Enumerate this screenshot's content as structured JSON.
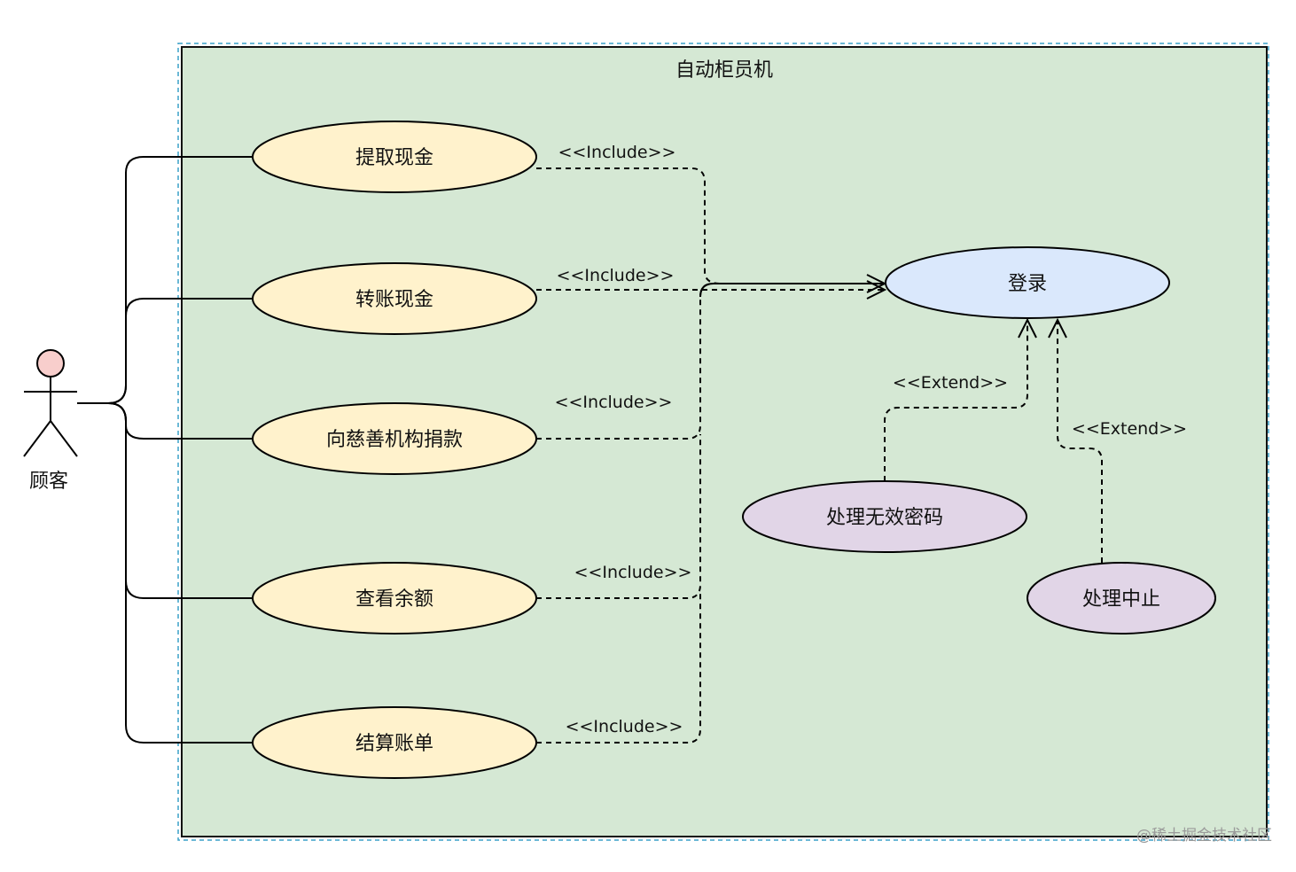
{
  "diagram": {
    "system": {
      "title": "自动柜员机"
    },
    "actor": {
      "name": "顾客"
    },
    "use_cases": {
      "withdraw": "提取现金",
      "transfer": "转账现金",
      "donate": "向慈善机构捐款",
      "balance": "查看余额",
      "bill": "结算账单",
      "login": "登录",
      "invalid_pin": "处理无效密码",
      "abort": "处理中止"
    },
    "relations": {
      "include_withdraw": "<<Include>>",
      "include_transfer": "<<Include>>",
      "include_donate": "<<Include>>",
      "include_balance": "<<Include>>",
      "include_bill": "<<Include>>",
      "extend_invalid_pin": "<<Extend>>",
      "extend_abort": "<<Extend>>"
    },
    "colors": {
      "system_fill": "#d5e8d4",
      "primary_use_case": "#fff2cc",
      "login_use_case": "#dae8fc",
      "extension_use_case": "#e1d5e7",
      "actor_head": "#f8cecc"
    }
  },
  "watermark": "@稀土掘金技术社区"
}
